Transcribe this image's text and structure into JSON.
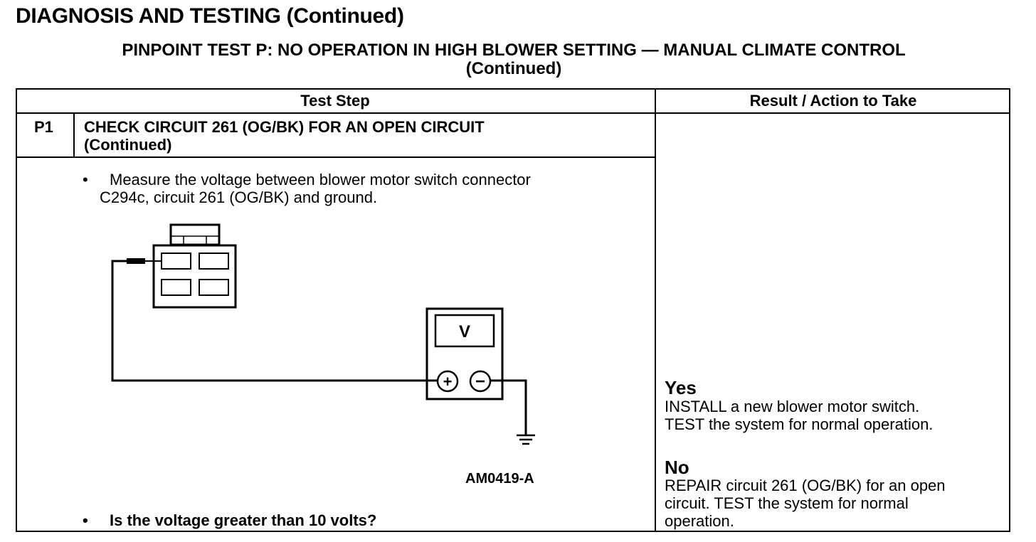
{
  "header": {
    "title": "DIAGNOSIS AND TESTING (Continued)",
    "subtitle_line1": "PINPOINT TEST P: NO OPERATION IN HIGH BLOWER SETTING — MANUAL CLIMATE CONTROL",
    "subtitle_line2": "(Continued)"
  },
  "table": {
    "col_test_step": "Test Step",
    "col_result": "Result / Action to Take",
    "step": {
      "id": "P1",
      "title_line1": "CHECK CIRCUIT 261 (OG/BK) FOR AN OPEN CIRCUIT",
      "title_line2": "(Continued)",
      "bullet_symbol": "•",
      "instruction_line1": "Measure the voltage between blower motor switch connector",
      "instruction_line2": "C294c, circuit 261 (OG/BK) and ground.",
      "question": "Is the voltage greater than 10 volts?"
    },
    "figure": {
      "meter_display": "V",
      "plus_symbol": "+",
      "minus_symbol": "−",
      "figure_id": "AM0419-A"
    },
    "results": {
      "yes_label": "Yes",
      "yes_line1": "INSTALL a new blower motor switch.",
      "yes_line2": "TEST the system for normal operation.",
      "no_label": "No",
      "no_line1": "REPAIR circuit 261 (OG/BK) for an open",
      "no_line2": "circuit. TEST the system for normal",
      "no_line3": "operation."
    }
  }
}
